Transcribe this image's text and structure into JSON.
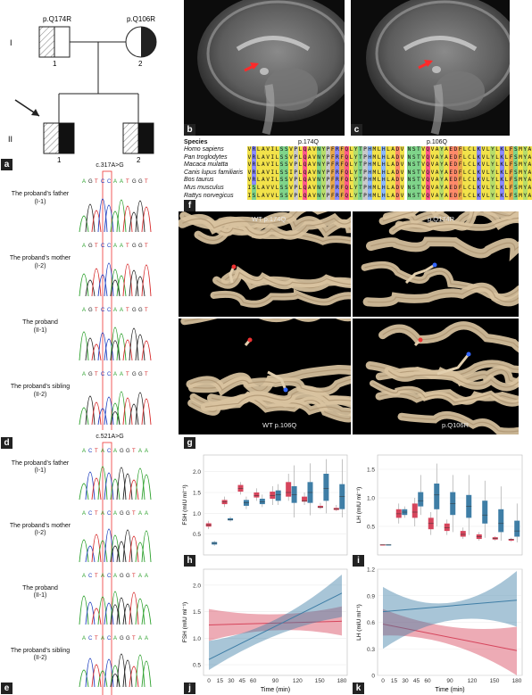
{
  "pedigree": {
    "father_label": "p.Q174R",
    "mother_label": "p.Q106R",
    "gen_I": "I",
    "gen_II": "II",
    "ind_I1": "1",
    "ind_I2": "2",
    "ind_II1": "1",
    "ind_II2": "2"
  },
  "panel_letters": {
    "a": "a",
    "b": "b",
    "c": "c",
    "d": "d",
    "e": "e",
    "f": "f",
    "g": "g",
    "h": "h",
    "i": "i",
    "j": "j",
    "k": "k"
  },
  "alignment": {
    "header": "Species",
    "species": [
      "Homo sapiens",
      "Pan troglodytes",
      "Macaca mulatta",
      "Canis lupus familiaris",
      "Bos taurus",
      "Mus musculus",
      "Rattys norvegicus"
    ],
    "left_title": "p.174Q",
    "right_title": "p.106Q",
    "left_seq": [
      "VRLAVILSSVPLQAVNYPFRFQLYTPHMLHLADV",
      "VRLAVILSSVPLQAVNYPFRFQLYTPHMLHLADV",
      "VRLAVILSSVPLQAVNYPFRFQLYTPHMLHLADV",
      "VRLAVILSSIPLQAVNYPFRFQLYTPHMLHLADV",
      "VRLAVILSSVPLQAVNYPFRFQLYTPHMLHLADV",
      "ISLAVVLSSVPLQAVNYPFRFQLYTPHMLHLADV",
      "ISLAVVLSSVPLQAVNYPFRFQLYTPHMLHLADV"
    ],
    "right_seq": [
      "NSTVQVAYAEDFLCLKVLYLKLFSMYA",
      "NSTVQVAYAEDFLCLKVLYLKLFSMYA",
      "NSTVQVAYAEDFLCLKVLYLKLFSMYA",
      "NSTVQVAYAEDFLCLKVLYLKLFSMYA",
      "NSTVQVAYAEDFLCLKVLYLKLFSMYA",
      "NSTVQVAYAEDFLCLKVLYLKLFSMYA",
      "NSTVQVAYAEDFLCLKVLYLKLFSMYA"
    ]
  },
  "structures": {
    "tl": "WT p.174Q",
    "tr": "p.Q174R",
    "bl": "WT p.106Q",
    "br": "p.Q106R"
  },
  "traces_d": {
    "mutation": "c.317A>G",
    "seq": [
      "A",
      "G",
      "T",
      "C",
      "C",
      "A",
      "A",
      "T",
      "G",
      "G",
      "T"
    ],
    "people": [
      {
        "title": "The proband's father",
        "code": "(I-1)"
      },
      {
        "title": "The proband's mother",
        "code": "(I-2)"
      },
      {
        "title": "The proband",
        "code": "(II-1)"
      },
      {
        "title": "The proband's sibling",
        "code": "(II-2)"
      }
    ]
  },
  "traces_e": {
    "mutation": "c.521A>G",
    "seq": [
      "A",
      "C",
      "T",
      "A",
      "C",
      "A",
      "G",
      "G",
      "T",
      "A",
      "A"
    ],
    "people": [
      {
        "title": "The proband's father",
        "code": "(I-1)"
      },
      {
        "title": "The proband's mother",
        "code": "(I-2)"
      },
      {
        "title": "The proband",
        "code": "(II-1)"
      },
      {
        "title": "The proband's sibling",
        "code": "(II-2)"
      }
    ]
  },
  "colors": {
    "red": "#d6455c",
    "blue": "#3f7ea6"
  },
  "chart_data": [
    {
      "id": "h",
      "type": "box",
      "ylabel": "FSH (mIU ml⁻¹)",
      "categories": [
        "0",
        "15",
        "30",
        "45",
        "60",
        "90",
        "120",
        "150",
        "180"
      ],
      "ylim": [
        0,
        2.4
      ],
      "yticks": [
        0.5,
        1.0,
        1.5,
        2.0
      ],
      "series": [
        {
          "color": "red",
          "boxes": [
            [
              0.62,
              0.68,
              0.72,
              0.76,
              0.82
            ],
            [
              1.15,
              1.22,
              1.28,
              1.32,
              1.4
            ],
            [
              1.45,
              1.52,
              1.6,
              1.68,
              1.75
            ],
            [
              1.3,
              1.38,
              1.42,
              1.5,
              1.6
            ],
            [
              1.2,
              1.35,
              1.42,
              1.52,
              1.65
            ],
            [
              1.3,
              1.4,
              1.5,
              1.75,
              1.95
            ],
            [
              1.2,
              1.28,
              1.3,
              1.4,
              1.5
            ],
            [
              1.1,
              1.13,
              1.15,
              1.18,
              1.25
            ],
            [
              1.05,
              1.08,
              1.1,
              1.13,
              1.2
            ]
          ]
        },
        {
          "color": "blue",
          "boxes": [
            [
              0.22,
              0.25,
              0.28,
              0.31,
              0.34
            ],
            [
              0.8,
              0.83,
              0.85,
              0.88,
              0.92
            ],
            [
              1.1,
              1.18,
              1.25,
              1.32,
              1.4
            ],
            [
              1.15,
              1.22,
              1.28,
              1.35,
              1.45
            ],
            [
              1.2,
              1.3,
              1.45,
              1.55,
              1.7
            ],
            [
              0.9,
              1.25,
              1.45,
              1.65,
              2.15
            ],
            [
              0.95,
              1.25,
              1.5,
              1.75,
              2.2
            ],
            [
              1.0,
              1.3,
              1.6,
              1.95,
              2.3
            ],
            [
              0.9,
              1.1,
              1.4,
              1.7,
              2.3
            ]
          ]
        }
      ]
    },
    {
      "id": "i",
      "type": "box",
      "ylabel": "LH (mIU ml⁻¹)",
      "categories": [
        "0",
        "15",
        "30",
        "45",
        "60",
        "90",
        "120",
        "150",
        "180"
      ],
      "ylim": [
        0,
        1.75
      ],
      "yticks": [
        0.5,
        1.0,
        1.5
      ],
      "series": [
        {
          "color": "red",
          "boxes": [
            [
              0.18,
              0.18,
              0.18,
              0.18,
              0.18
            ],
            [
              0.55,
              0.65,
              0.72,
              0.8,
              0.9
            ],
            [
              0.5,
              0.65,
              0.75,
              0.9,
              1.0
            ],
            [
              0.35,
              0.45,
              0.55,
              0.65,
              0.75
            ],
            [
              0.35,
              0.42,
              0.48,
              0.55,
              0.62
            ],
            [
              0.28,
              0.32,
              0.36,
              0.42,
              0.48
            ],
            [
              0.25,
              0.28,
              0.32,
              0.36,
              0.4
            ],
            [
              0.25,
              0.27,
              0.29,
              0.31,
              0.33
            ],
            [
              0.23,
              0.25,
              0.27,
              0.28,
              0.3
            ]
          ]
        },
        {
          "color": "blue",
          "boxes": [
            [
              0.18,
              0.18,
              0.18,
              0.18,
              0.18
            ],
            [
              0.65,
              0.7,
              0.75,
              0.8,
              0.85
            ],
            [
              0.7,
              0.85,
              0.95,
              1.1,
              1.4
            ],
            [
              0.5,
              0.8,
              1.05,
              1.25,
              1.6
            ],
            [
              0.4,
              0.7,
              0.9,
              1.1,
              1.4
            ],
            [
              0.35,
              0.65,
              0.85,
              1.05,
              1.4
            ],
            [
              0.3,
              0.55,
              0.7,
              0.95,
              1.3
            ],
            [
              0.25,
              0.4,
              0.55,
              0.8,
              1.2
            ],
            [
              0.22,
              0.32,
              0.42,
              0.6,
              0.9
            ]
          ]
        }
      ]
    },
    {
      "id": "j",
      "type": "line",
      "ylabel": "FSH (mIU ml⁻¹)",
      "xlabel": "Time (min)",
      "xticks": [
        0,
        15,
        30,
        45,
        60,
        90,
        120,
        150,
        180
      ],
      "ylim": [
        0.3,
        2.3
      ],
      "yticks": [
        0.5,
        1.0,
        1.5,
        2.0
      ],
      "series": [
        {
          "color": "red",
          "x": [
            0,
            180
          ],
          "y": [
            1.25,
            1.32
          ],
          "lower": [
            [
              0,
              0.95
            ],
            [
              90,
              1.15
            ],
            [
              180,
              1.05
            ]
          ],
          "upper": [
            [
              0,
              1.55
            ],
            [
              90,
              1.45
            ],
            [
              180,
              1.6
            ]
          ]
        },
        {
          "color": "blue",
          "x": [
            0,
            180
          ],
          "y": [
            0.6,
            1.85
          ],
          "lower": [
            [
              0,
              0.4
            ],
            [
              90,
              1.05
            ],
            [
              180,
              1.4
            ]
          ],
          "upper": [
            [
              0,
              0.95
            ],
            [
              90,
              1.35
            ],
            [
              180,
              2.2
            ]
          ]
        }
      ]
    },
    {
      "id": "k",
      "type": "line",
      "ylabel": "LH (mIU ml⁻¹)",
      "xlabel": "Time (min)",
      "xticks": [
        0,
        15,
        30,
        45,
        60,
        90,
        120,
        150,
        180
      ],
      "ylim": [
        0,
        1.2
      ],
      "yticks": [
        0,
        0.3,
        0.6,
        0.9,
        1.2
      ],
      "series": [
        {
          "color": "red",
          "x": [
            0,
            180
          ],
          "y": [
            0.58,
            0.28
          ],
          "lower": [
            [
              0,
              0.45
            ],
            [
              90,
              0.35
            ],
            [
              180,
              0.0
            ]
          ],
          "upper": [
            [
              0,
              0.75
            ],
            [
              90,
              0.55
            ],
            [
              180,
              0.55
            ]
          ]
        },
        {
          "color": "blue",
          "x": [
            0,
            180
          ],
          "y": [
            0.72,
            0.85
          ],
          "lower": [
            [
              0,
              0.3
            ],
            [
              90,
              0.62
            ],
            [
              180,
              0.55
            ]
          ],
          "upper": [
            [
              0,
              1.0
            ],
            [
              90,
              0.82
            ],
            [
              180,
              1.18
            ]
          ]
        }
      ]
    }
  ]
}
